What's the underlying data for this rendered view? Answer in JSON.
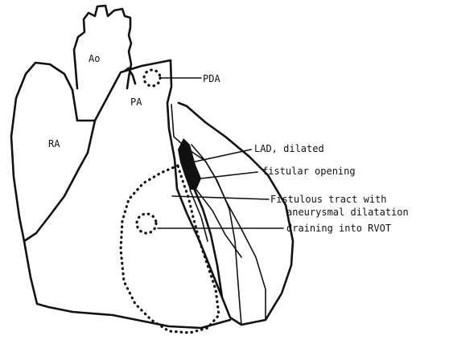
{
  "diagram": {
    "chambers": {
      "ao": "Ao",
      "pa": "PA",
      "ra": "RA"
    },
    "annotations": {
      "pda": "PDA",
      "lad": "LAD, dilated",
      "opening": "fistular opening",
      "tract_1": "Fistulous tract with",
      "tract_2": "aneurysmal dilatation",
      "draining": "draining into RVOT"
    },
    "line_color": "#111111",
    "vessel_fill": "#111111"
  }
}
